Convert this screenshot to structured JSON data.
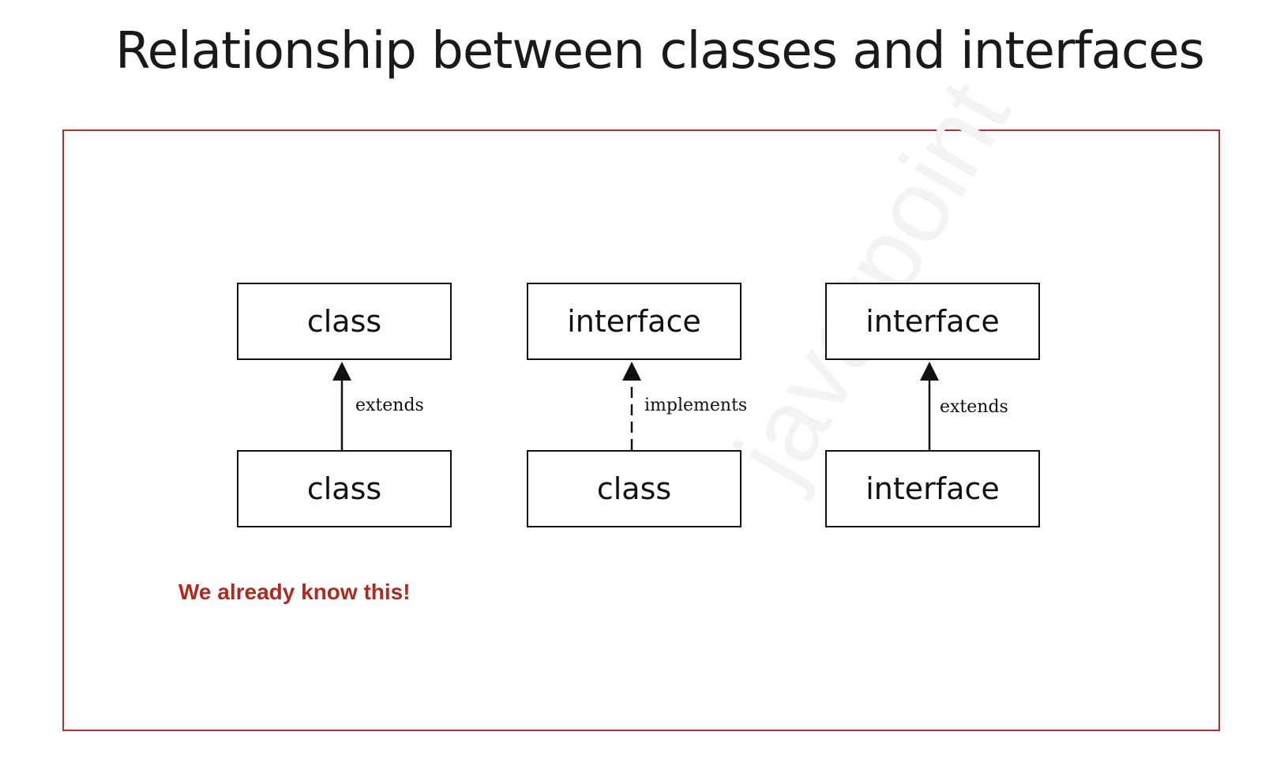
{
  "slide": {
    "title": "Relationship between classes and interfaces",
    "note": "We already know this!"
  },
  "diagram": {
    "watermark": "javatpoint",
    "relations": [
      {
        "parent": "class",
        "child": "class",
        "label": "extends",
        "line_style": "solid"
      },
      {
        "parent": "interface",
        "child": "class",
        "label": "implements",
        "line_style": "dashed"
      },
      {
        "parent": "interface",
        "child": "interface",
        "label": "extends",
        "line_style": "solid"
      }
    ]
  },
  "colors": {
    "frame_border": "#b03030",
    "note_text": "#b02a20",
    "diagram_ink": "#111111"
  }
}
